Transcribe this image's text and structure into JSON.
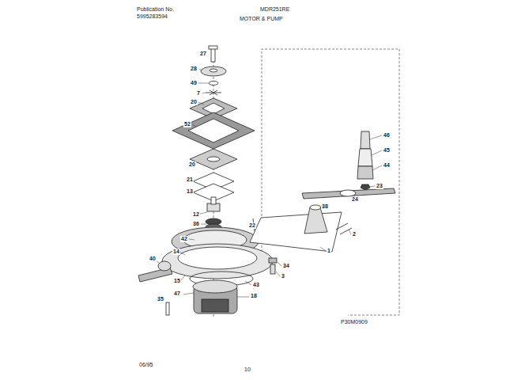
{
  "diagram": {
    "title": "MOTOR & PUMP",
    "labels": [
      "Publication No.",
      "5995283594",
      "MDR251RE",
      "27",
      "28",
      "49",
      "7",
      "20",
      "52",
      "20",
      "21",
      "13",
      "12",
      "36",
      "22",
      "42",
      "14",
      "40",
      "15",
      "43",
      "47",
      "18",
      "35",
      "46",
      "45",
      "44",
      "23",
      "24",
      "38",
      "2",
      "1",
      "34",
      "3",
      "P30M0909",
      "06/95",
      "10"
    ]
  }
}
